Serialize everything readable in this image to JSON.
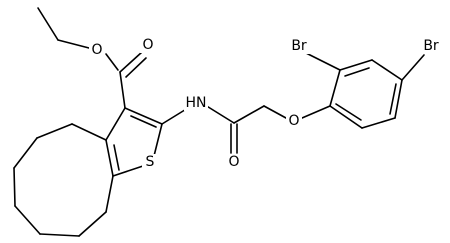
{
  "atoms": {
    "ester_o_single": "O",
    "ester_o_double": "O",
    "amide_n": "HN",
    "amide_o": "O",
    "ether_o": "O",
    "sulfur": "S",
    "br_ortho": "Br",
    "br_para": "Br"
  },
  "colors": {
    "bond": "#000000",
    "label": "#000000",
    "background": "#ffffff"
  }
}
